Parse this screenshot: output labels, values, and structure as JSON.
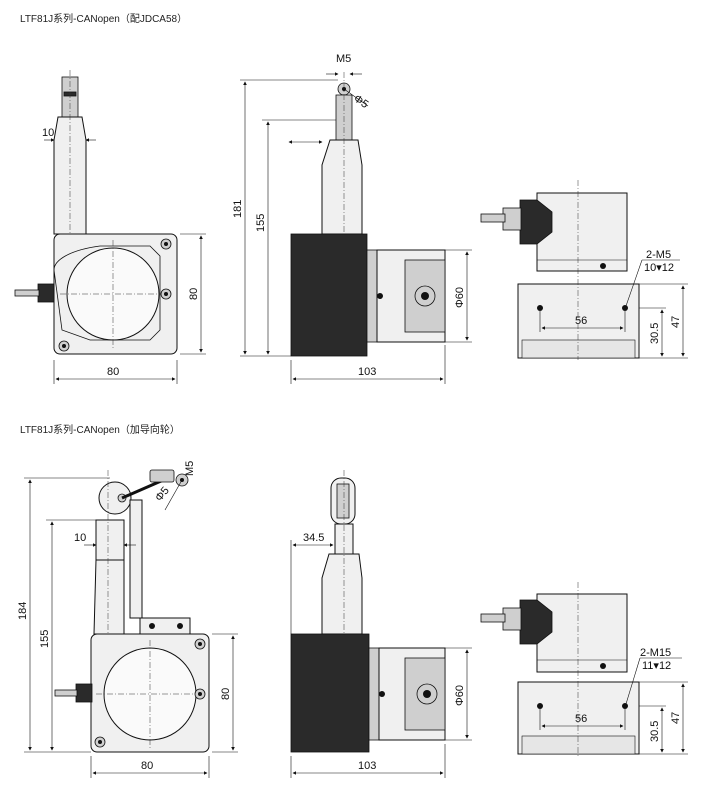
{
  "sections": [
    {
      "title": "LTF81J系列-CANopen（配JDCA58）",
      "dims": {
        "side_width": "10",
        "front_width": "80",
        "front_height": "80",
        "thread": "M5",
        "hole_dia": "Φ5",
        "total_height": "181",
        "wire_height": "155",
        "depth": "103",
        "shaft_dia": "Φ60",
        "hole_spec_1": "2-M5",
        "hole_spec_2": "10▾12",
        "hole_spacing": "56",
        "base_half": "30.5",
        "base_height": "47"
      }
    },
    {
      "title": "LTF81J系列-CANopen（加导向轮）",
      "dims": {
        "side_width": "10",
        "front_width": "80",
        "front_height": "80",
        "thread": "M5",
        "hole_dia": "Φ5",
        "total_height": "184",
        "wire_height": "155",
        "offset": "34.5",
        "depth": "103",
        "shaft_dia": "Φ60",
        "hole_spec_1": "2-M15",
        "hole_spec_2": "11▾12",
        "hole_spacing": "56",
        "base_half": "30.5",
        "base_height": "47"
      }
    }
  ]
}
